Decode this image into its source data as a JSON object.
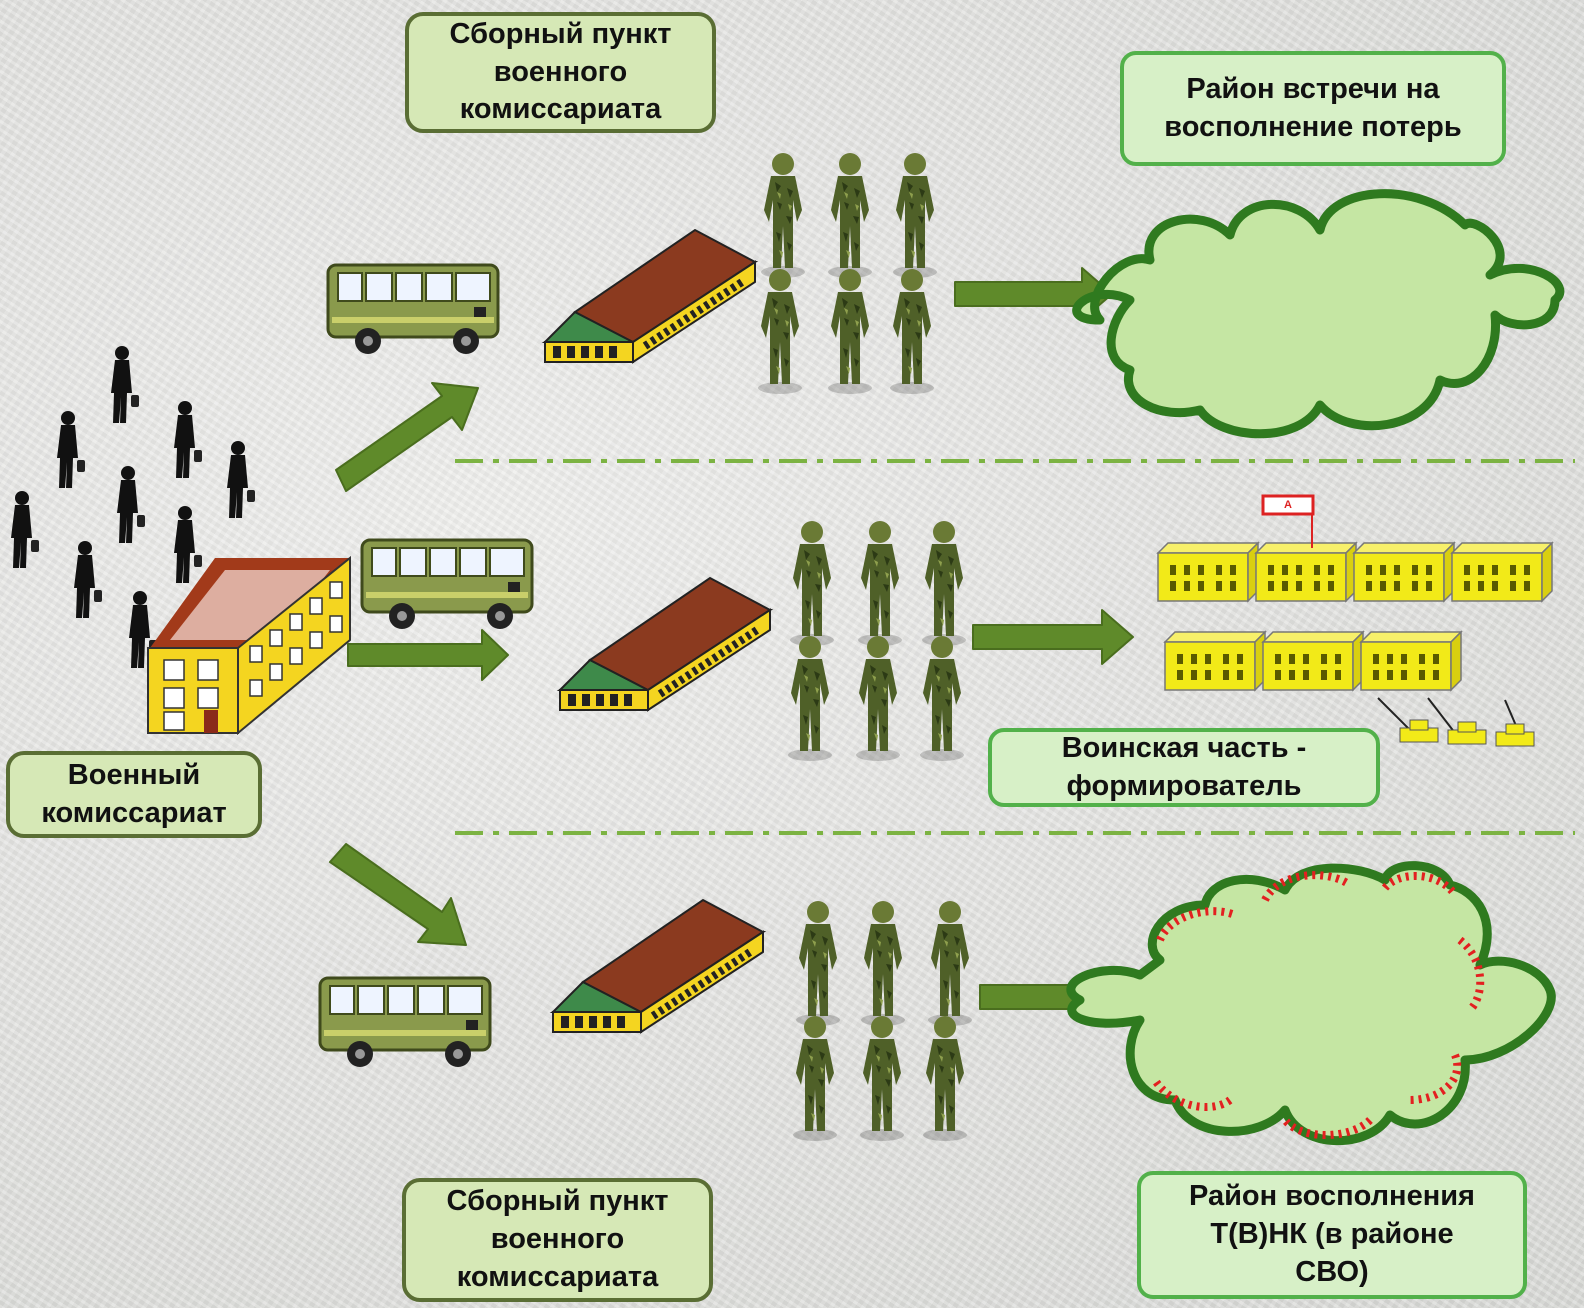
{
  "labels": {
    "collection_point_top": [
      "Сборный пункт",
      "военного",
      "комиссариата"
    ],
    "loss_area": [
      "Район встречи на",
      "восполнение потерь"
    ],
    "commissariat": [
      "Военный",
      "комиссариат"
    ],
    "military_unit": [
      "Воинская часть -",
      "формирователь"
    ],
    "collection_point_bottom": [
      "Сборный пункт",
      "военного",
      "комиссариата"
    ],
    "replenish_area": [
      "Район восполнения",
      "Т(В)НК (в районе",
      "СВО)"
    ]
  },
  "flag_text": "А",
  "colors": {
    "arrow": "#5f8a2a",
    "arrow_outline": "#4a6e1e",
    "divider": "#7cb342",
    "cloud_fill": "#c5e6a3",
    "cloud_stroke": "#2f7a1f",
    "trench": "#e32020",
    "building_wall": "#f4d520",
    "barracks_roof": "#8b3a1f",
    "bus": "#8a9a4c"
  }
}
